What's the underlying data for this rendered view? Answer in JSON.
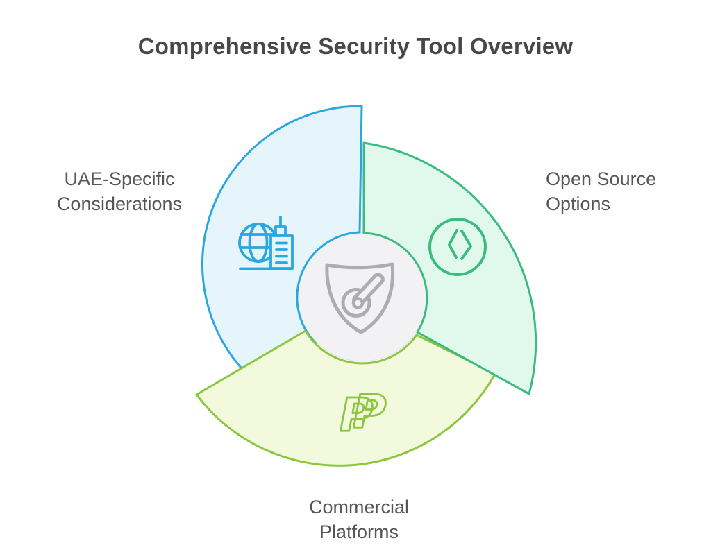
{
  "title": "Comprehensive Security Tool Overview",
  "hub": {
    "icon": "shield-gauge",
    "fill": "#F2F2F4",
    "ring": "#E7E7E9",
    "icon_color": "#ADADAF"
  },
  "segments": [
    {
      "id": "uae",
      "lines": [
        "UAE-Specific",
        "Considerations"
      ],
      "icon": "globe-building",
      "stroke": "#2AA7E0",
      "fill": "#E6F5FC"
    },
    {
      "id": "open-source",
      "lines": [
        "Open Source",
        "Options"
      ],
      "icon": "code-gem",
      "stroke": "#3BBB80",
      "fill": "#E1F8EC"
    },
    {
      "id": "commercial",
      "lines": [
        "Commercial",
        "Platforms"
      ],
      "icon": "paypal",
      "glyph": "P",
      "stroke": "#8CC63F",
      "fill": "#F2F9DC"
    }
  ],
  "colors": {
    "background": "#FFFFFF",
    "title": "#47484B",
    "label": "#55565A"
  }
}
